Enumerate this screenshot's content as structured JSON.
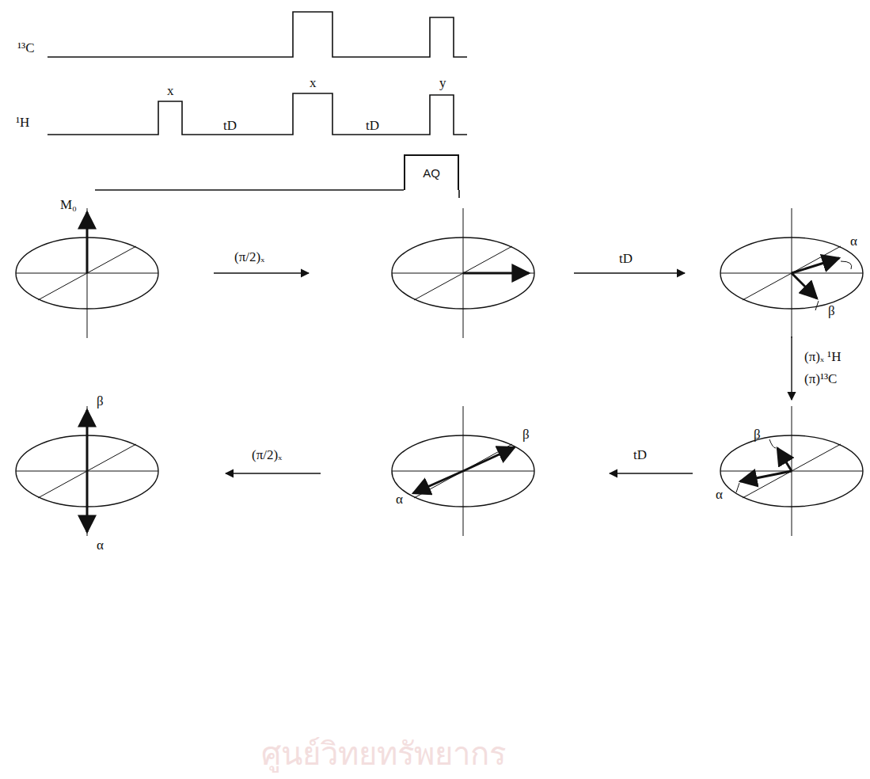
{
  "diagram": {
    "nodes": [
      {
        "text": [
          "AQ"
        ]
      }
    ],
    "labels": [
      "¹³C",
      "x",
      "x",
      "y",
      "¹H",
      "tD",
      "tD",
      "M₀",
      "(π/2)ₓ",
      "tD",
      "α",
      "β",
      "(π)ₓ ¹H",
      "(π)¹³C",
      "β",
      "α",
      "tD",
      "β",
      "α",
      "(π/2)ₓ",
      "β",
      "α",
      "ศูนย์วิทยทรัพยากร"
    ]
  }
}
